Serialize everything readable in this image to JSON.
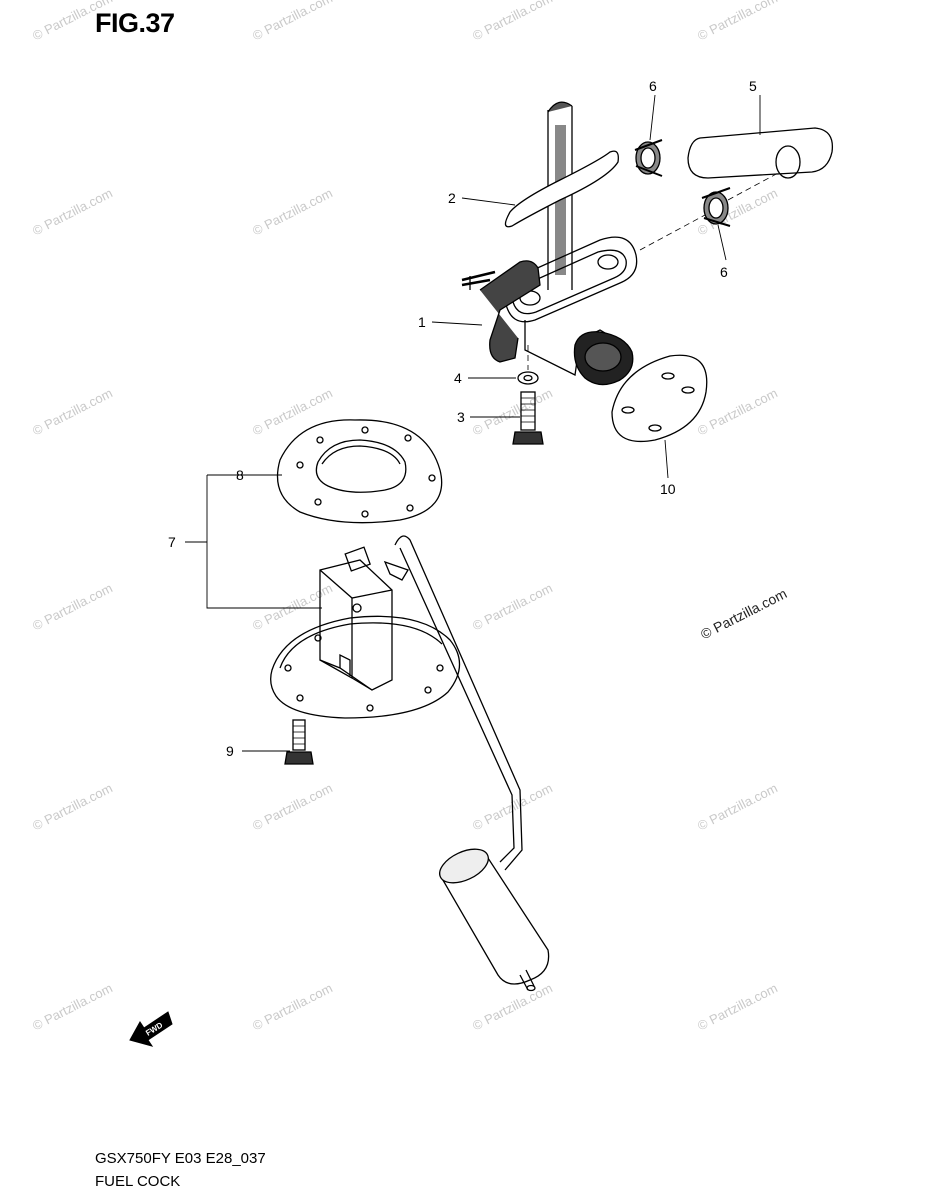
{
  "figure": {
    "title": "FIG.37",
    "model_code": "GSX750FY E03 E28_037",
    "section_name": "FUEL COCK"
  },
  "callouts": [
    "1",
    "2",
    "3",
    "4",
    "5",
    "6",
    "6",
    "7",
    "8",
    "9",
    "10"
  ],
  "copyright_text": "© Partzilla.com",
  "watermark_text": "© Partzilla.com",
  "fwd_label": "FWD",
  "colors": {
    "line": "#000000",
    "watermark": "#c9c9c9",
    "background": "#ffffff"
  }
}
